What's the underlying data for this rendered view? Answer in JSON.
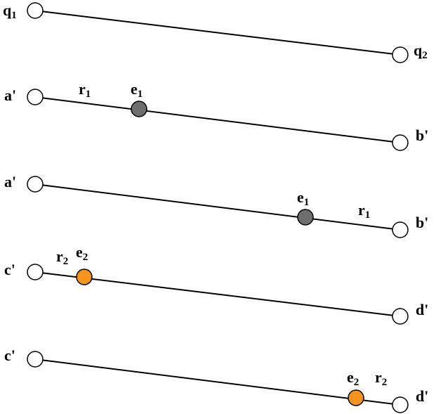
{
  "colors": {
    "line": "#000000",
    "endpoint_fill": "#ffffff",
    "e1_fill": "#6e6e6e",
    "e2_fill": "#f7941d"
  },
  "rows": [
    {
      "start_label": "q",
      "start_sub": "1",
      "end_label": "q",
      "end_sub": "2"
    },
    {
      "start_label": "a'",
      "end_label": "b'",
      "r_label": "r",
      "r_sub": "1",
      "e_label": "e",
      "e_sub": "1"
    },
    {
      "start_label": "a'",
      "end_label": "b'",
      "r_label": "r",
      "r_sub": "1",
      "e_label": "e",
      "e_sub": "1"
    },
    {
      "start_label": "c'",
      "end_label": "d'",
      "r_label": "r",
      "r_sub": "2",
      "e_label": "e",
      "e_sub": "2"
    },
    {
      "start_label": "c'",
      "end_label": "d'",
      "r_label": "r",
      "r_sub": "2",
      "e_label": "e",
      "e_sub": "2"
    }
  ]
}
